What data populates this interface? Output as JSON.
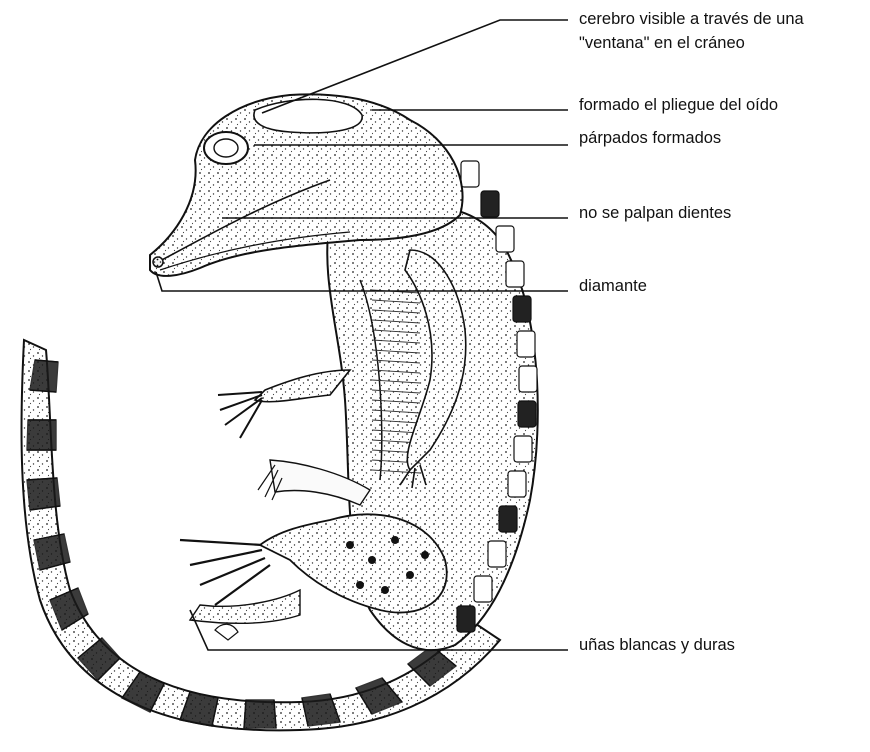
{
  "labels": {
    "brain_line1": "cerebro visible a través de una",
    "brain_line2": "\"ventana\" en el cráneo",
    "ear_fold": "formado el pliegue del oído",
    "eyelids": "párpados formados",
    "teeth": "no se palpan dientes",
    "diamond": "diamante",
    "claws": "uñas blancas y duras"
  },
  "colors": {
    "ink": "#111111",
    "paper": "#ffffff"
  }
}
